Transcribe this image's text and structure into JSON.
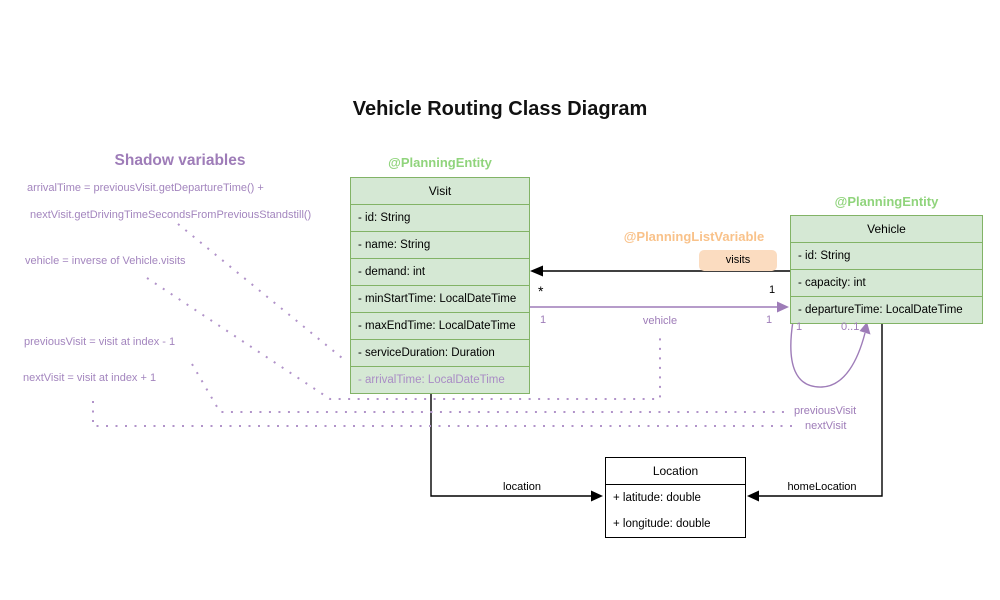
{
  "title": "Vehicle Routing Class Diagram",
  "shadow": {
    "heading": "Shadow variables",
    "annotations": [
      "arrivalTime = previousVisit.getDepartureTime() +",
      "nextVisit.getDrivingTimeSecondsFromPreviousStandstill()",
      "vehicle = inverse of Vehicle.visits",
      "previousVisit = visit at index - 1",
      "nextVisit = visit at index + 1"
    ]
  },
  "classes": {
    "visit": {
      "stereotype": "@PlanningEntity",
      "name": "Visit",
      "fields": [
        "- id: String",
        "- name: String",
        "- demand: int",
        "- minStartTime: LocalDateTime",
        "- maxEndTime: LocalDateTime",
        "- serviceDuration: Duration",
        "- arrivalTime: LocalDateTime"
      ]
    },
    "vehicle": {
      "stereotype": "@PlanningEntity",
      "name": "Vehicle",
      "fields": [
        "- id: String",
        "- capacity: int",
        "- departureTime: LocalDateTime"
      ]
    },
    "location": {
      "name": "Location",
      "fields": [
        "+ latitude: double",
        "+ longitude: double"
      ]
    }
  },
  "edges": {
    "visits": {
      "annotation": "@PlanningListVariable",
      "label": "visits",
      "target_mult": "*",
      "source_mult": "1"
    },
    "vehicle": {
      "label": "vehicle",
      "source_mult": "1",
      "target_mult": "1"
    },
    "self_loop": {
      "source_mult": "1",
      "target_mult": "0..1"
    },
    "previous_visit": {
      "label": "previousVisit"
    },
    "next_visit": {
      "label": "nextVisit"
    },
    "location": {
      "label": "location"
    },
    "home_location": {
      "label": "homeLocation"
    }
  },
  "colors": {
    "green_fill": "#d5e8d4",
    "green_border": "#82b366",
    "green_label": "#90d47c",
    "orange_label": "#f9c28a",
    "orange_badge": "#fbdcc0",
    "purple": "#9e7cb8",
    "purple_light": "#a98cc5",
    "dotted_purple": "#b193c9"
  }
}
